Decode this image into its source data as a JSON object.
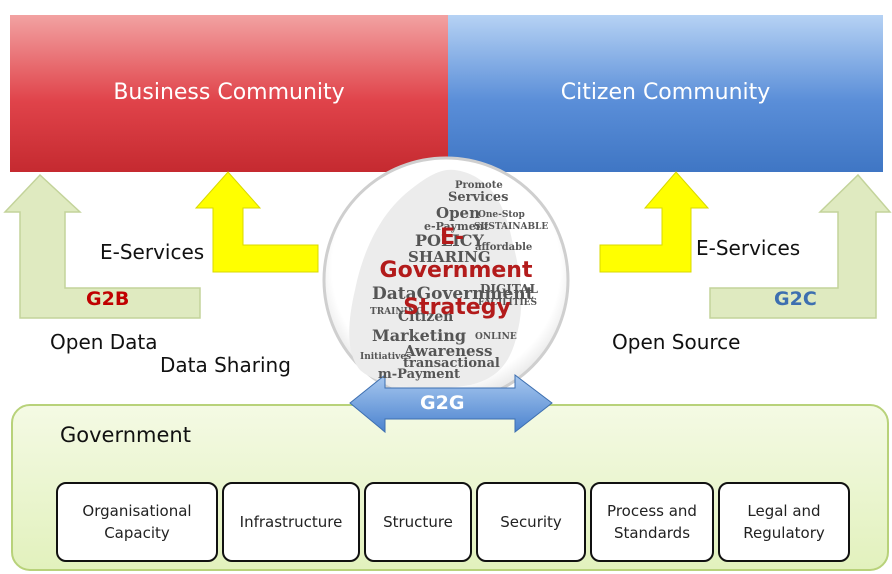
{
  "communities": {
    "business": "Business Community",
    "citizen": "Citizen Community"
  },
  "labels": {
    "e_services_left": "E-Services",
    "e_services_right": "E-Services",
    "g2b": "G2B",
    "g2c": "G2C",
    "g2g": "G2G",
    "open_data": "Open Data",
    "data_sharing": "Data Sharing",
    "open_source": "Open Source"
  },
  "center": {
    "line1": "E-",
    "line2": "Government",
    "line3": "Strategy",
    "word_cloud": [
      "Services",
      "Open",
      "e-Payment",
      "POLICY",
      "SHARING",
      "affordable",
      "DataGovernment",
      "DIGITAL",
      "Marketing",
      "Citizen",
      "Awareness",
      "transactional",
      "m-Payment",
      "ONLINE",
      "FACILITIES",
      "SUSTAINABLE",
      "One-Stop",
      "Initiatives",
      "TRAINING",
      "Promote"
    ]
  },
  "government": {
    "title": "Government",
    "pillars": [
      "Organisational\nCapacity",
      "Infrastructure",
      "Structure",
      "Security",
      "Process and\nStandards",
      "Legal and\nRegulatory"
    ]
  },
  "colors": {
    "business": "#e0434a",
    "citizen": "#5a8ed8",
    "government": "#eaf6cc",
    "yellow_arrow": "#ffff00",
    "green_arrow": "#dfeac0",
    "g2b_text": "#c00000",
    "g2c_text": "#3d6fb0",
    "center_text": "#b31b1b"
  }
}
